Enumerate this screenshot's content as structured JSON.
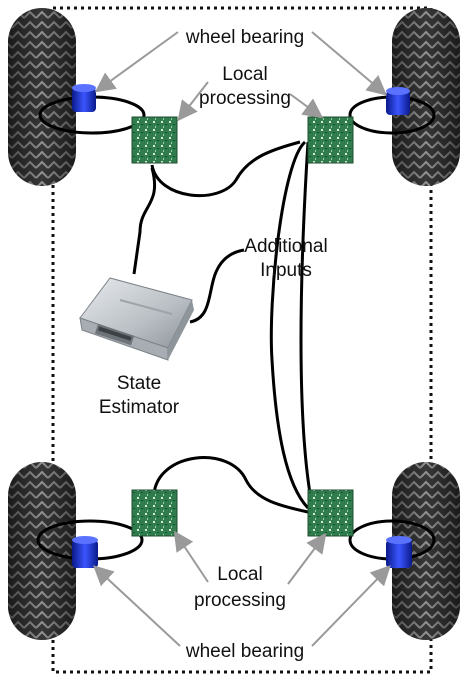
{
  "labels": {
    "wheel_bearing_top": "wheel bearing",
    "local_processing_top": [
      "Local",
      "processing"
    ],
    "additional_inputs": [
      "Additional",
      "Inputs"
    ],
    "state_estimator": [
      "State",
      "Estimator"
    ],
    "local_processing_bottom": [
      "Local",
      "processing"
    ],
    "wheel_bearing_bottom": "wheel bearing"
  },
  "colors": {
    "tire_dark": "#2a2a2a",
    "tire_mid": "#6b6b6b",
    "bearing_blue": "#1f2fd0",
    "board_green": "#2e7a4a",
    "border": "#111111",
    "arrow_gray": "#9a9a9a",
    "cable": "#000000",
    "estimator_metal": "#c9ced2"
  },
  "icons": {
    "wheel": "tire-icon",
    "bearing": "wheel-bearing-icon",
    "processor": "circuit-board-icon",
    "estimator": "ecu-module-icon"
  }
}
